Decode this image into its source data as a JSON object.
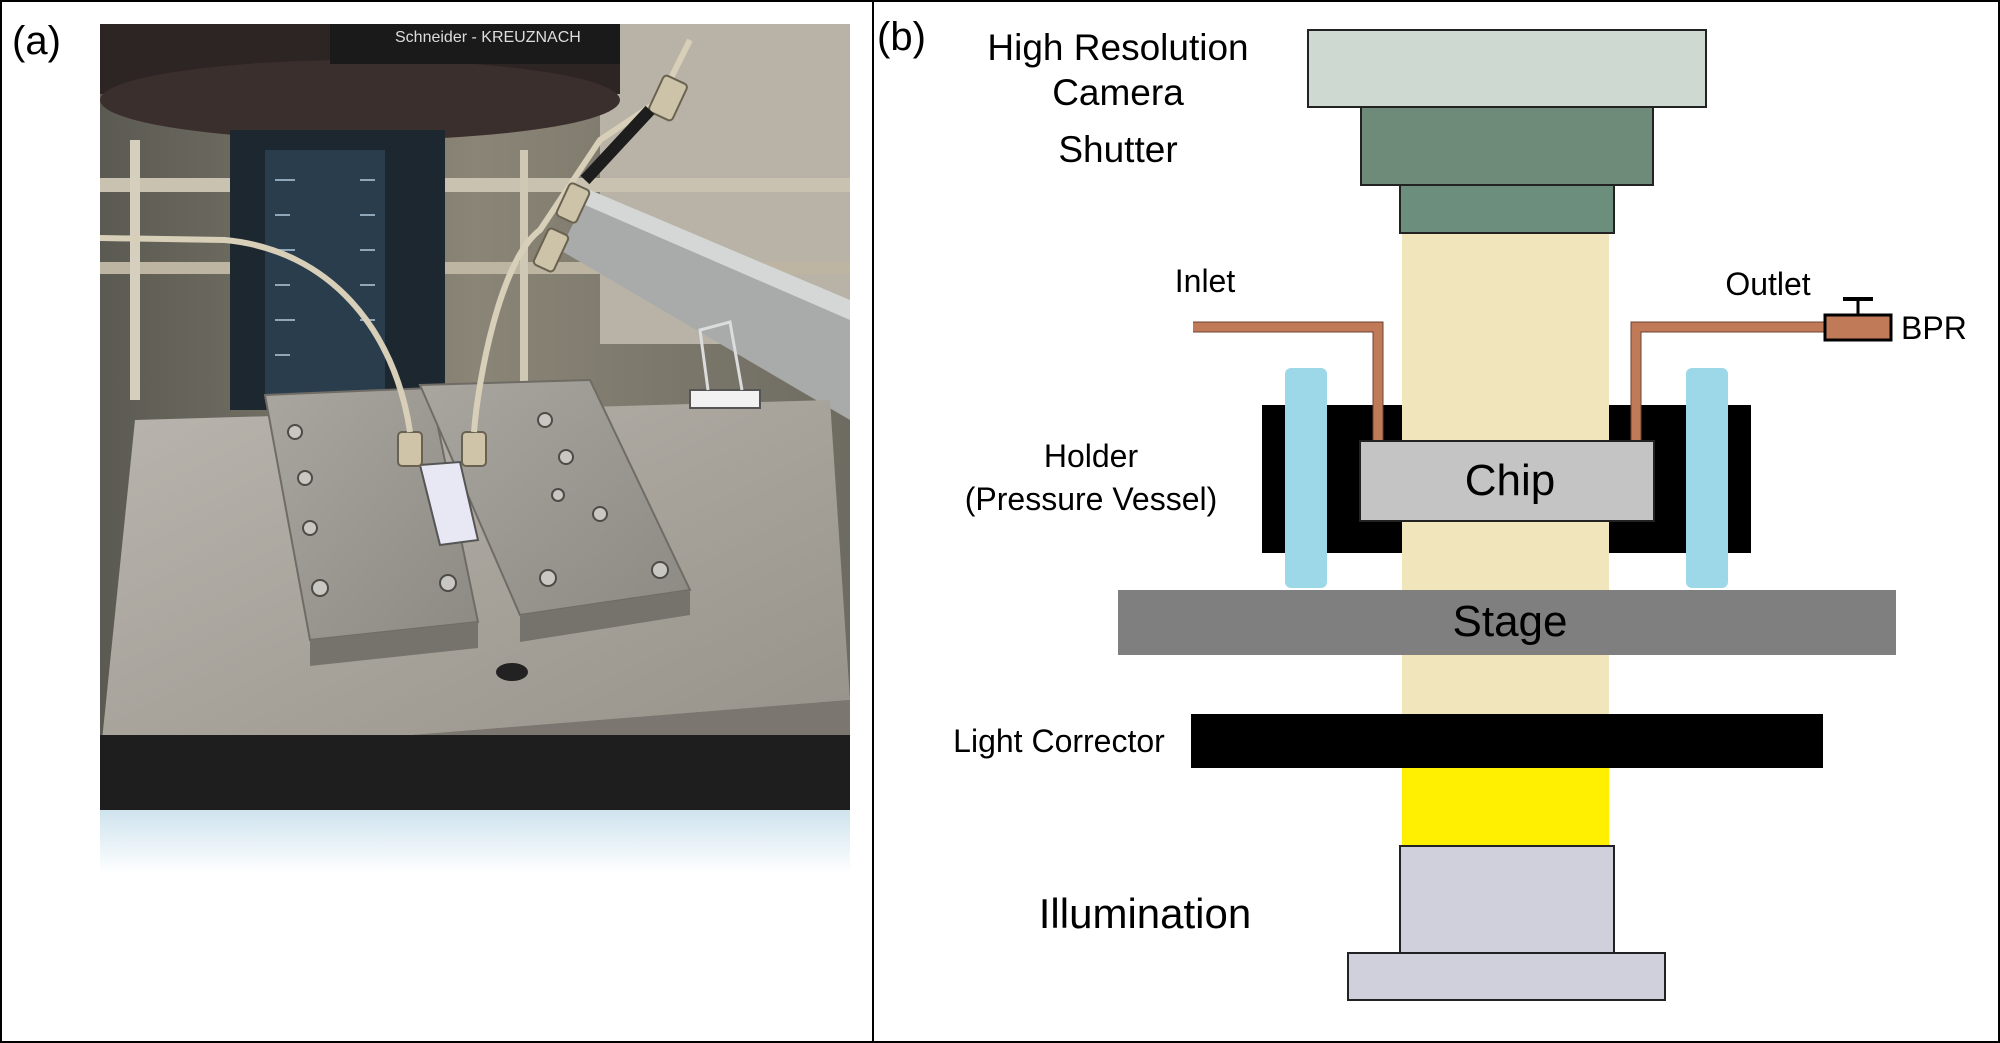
{
  "panel_a": {
    "label": "(a)",
    "photo_text": "Schneider - KREUZNACH"
  },
  "panel_b": {
    "label": "(b)",
    "labels": {
      "camera": [
        "High Resolution",
        "Camera"
      ],
      "shutter": "Shutter",
      "inlet": "Inlet",
      "outlet": "Outlet",
      "bpr": "BPR",
      "holder": [
        "Holder",
        "(Pressure Vessel)"
      ],
      "chip": "Chip",
      "stage": "Stage",
      "light_corrector": "Light Corrector",
      "illumination": "Illumination"
    }
  },
  "colors": {
    "camera": "#ced9d2",
    "shutter_upper": "#6e8b79",
    "shutter_lower": "#6b8f7c",
    "light_path": "#f1e5bb",
    "tubing": "#c07a58",
    "holder": "#000000",
    "seal": "#9dd8e8",
    "chip": "#c4c4c4",
    "stage": "#7f7f7f",
    "light_corrector": "#000000",
    "light_source": "#ffef00",
    "illumination": "#cfd0dc"
  }
}
